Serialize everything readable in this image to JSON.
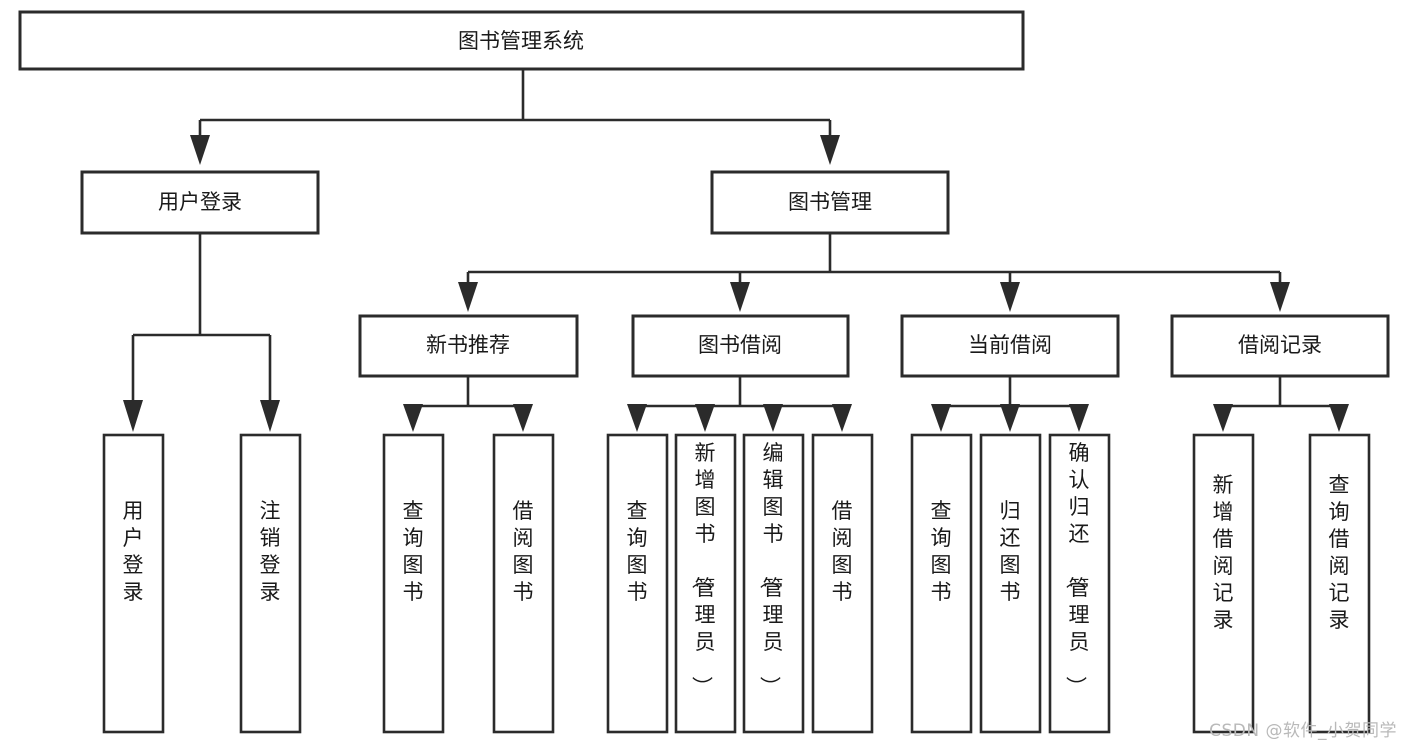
{
  "diagram": {
    "title": "图书管理系统",
    "type": "tree",
    "orientation": "top-down",
    "colors": {
      "box_stroke": "#2b2b2b",
      "box_fill": "#ffffff",
      "edge": "#2b2b2b",
      "text": "#1a1a1a",
      "background": "#ffffff",
      "watermark": "#b9b9b9"
    },
    "root": {
      "id": "root",
      "label": "图书管理系统",
      "orient": "horizontal"
    },
    "level2": [
      {
        "id": "user-login",
        "label": "用户登录",
        "orient": "horizontal"
      },
      {
        "id": "book-manage",
        "label": "图书管理",
        "orient": "horizontal"
      }
    ],
    "level3": [
      {
        "id": "new-book-rec",
        "label": "新书推荐",
        "orient": "horizontal",
        "parent": "book-manage"
      },
      {
        "id": "book-borrow",
        "label": "图书借阅",
        "orient": "horizontal",
        "parent": "book-manage"
      },
      {
        "id": "current-borrow",
        "label": "当前借阅",
        "orient": "horizontal",
        "parent": "book-manage"
      },
      {
        "id": "borrow-record",
        "label": "借阅记录",
        "orient": "horizontal",
        "parent": "book-manage"
      }
    ],
    "leaves": [
      {
        "id": "leaf-user-login",
        "label": "用户登录",
        "orient": "vertical",
        "parent": "user-login"
      },
      {
        "id": "leaf-user-logout",
        "label": "注销登录",
        "orient": "vertical",
        "parent": "user-login"
      },
      {
        "id": "leaf-query-book-1",
        "label": "查询图书",
        "orient": "vertical",
        "parent": "new-book-rec"
      },
      {
        "id": "leaf-borrow-book-1",
        "label": "借阅图书",
        "orient": "vertical",
        "parent": "new-book-rec"
      },
      {
        "id": "leaf-query-book-2",
        "label": "查询图书",
        "orient": "vertical",
        "parent": "book-borrow"
      },
      {
        "id": "leaf-add-book",
        "label": "新增图书（管理员）",
        "orient": "vertical",
        "parent": "book-borrow"
      },
      {
        "id": "leaf-edit-book",
        "label": "编辑图书（管理员）",
        "orient": "vertical",
        "parent": "book-borrow"
      },
      {
        "id": "leaf-borrow-book-2",
        "label": "借阅图书",
        "orient": "vertical",
        "parent": "book-borrow"
      },
      {
        "id": "leaf-query-book-3",
        "label": "查询图书",
        "orient": "vertical",
        "parent": "current-borrow"
      },
      {
        "id": "leaf-return-book",
        "label": "归还图书",
        "orient": "vertical",
        "parent": "current-borrow"
      },
      {
        "id": "leaf-confirm-return",
        "label": "确认归还（管理员）",
        "orient": "vertical",
        "parent": "current-borrow"
      },
      {
        "id": "leaf-add-record",
        "label": "新增借阅记录",
        "orient": "vertical",
        "parent": "borrow-record"
      },
      {
        "id": "leaf-query-record",
        "label": "查询借阅记录",
        "orient": "vertical",
        "parent": "borrow-record"
      }
    ]
  },
  "watermark": {
    "text": "CSDN @软件_小贺同学"
  }
}
